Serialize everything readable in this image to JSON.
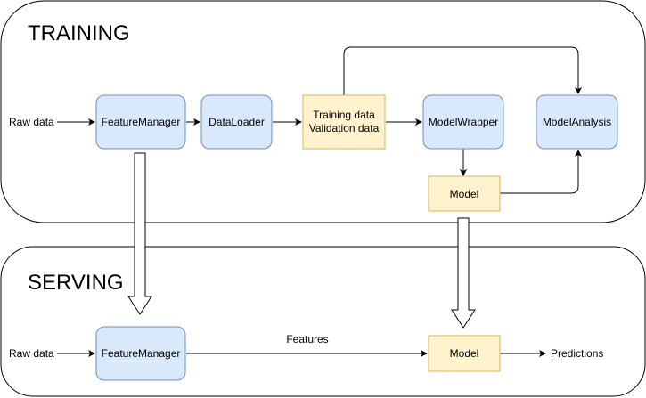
{
  "training": {
    "title": "TRAINING",
    "raw_data": "Raw data",
    "feature_manager": "FeatureManager",
    "data_loader": "DataLoader",
    "datasets_line1": "Training data",
    "datasets_line2": "Validation data",
    "model_wrapper": "ModelWrapper",
    "model_analysis": "ModelAnalysis",
    "model": "Model"
  },
  "serving": {
    "title": "SERVING",
    "raw_data": "Raw data",
    "feature_manager": "FeatureManager",
    "features": "Features",
    "model": "Model",
    "predictions": "Predictions"
  },
  "colors": {
    "blue_fill": "#dae8fc",
    "blue_stroke": "#6c8ebf",
    "yellow_fill": "#fff2cc",
    "yellow_stroke": "#d6b656"
  }
}
